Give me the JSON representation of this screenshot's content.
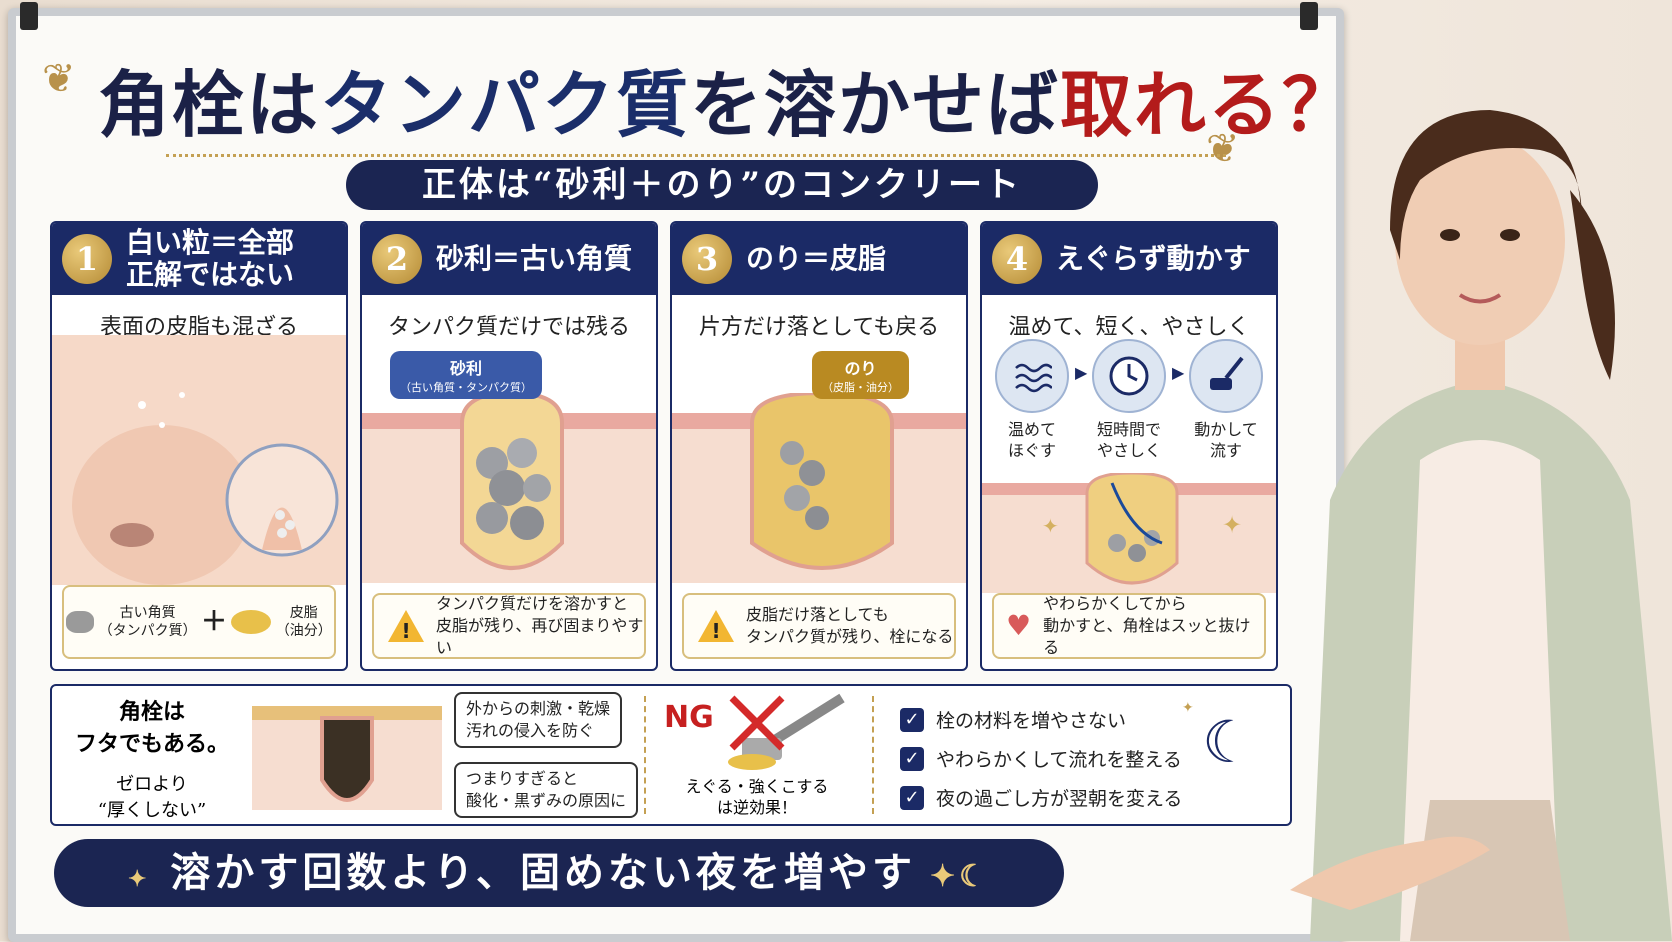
{
  "title": {
    "part1": "角栓は",
    "part2": "タンパク質",
    "part3": "を溶かせば",
    "part4": "取れる？"
  },
  "subtitle": "正体は“砂利＋のり”のコンクリート",
  "panels": [
    {
      "num": "1",
      "title_line1": "白い粒＝全部",
      "title_line2": "正解ではない",
      "sub": "表面の皮脂も混ざる",
      "legend_a_line1": "古い角質",
      "legend_a_line2": "（タンパク質）",
      "plus": "＋",
      "legend_b_line1": "皮脂",
      "legend_b_line2": "（油分）"
    },
    {
      "num": "2",
      "title": "砂利＝古い角質",
      "sub": "タンパク質だけでは残る",
      "pill_label": "砂利",
      "pill_small": "（古い角質・タンパク質）",
      "note_line1": "タンパク質だけを溶かすと",
      "note_line2": "皮脂が残り、再び固まりやすい"
    },
    {
      "num": "3",
      "title": "のり＝皮脂",
      "sub": "片方だけ落としても戻る",
      "pill_label": "のり",
      "pill_small": "（皮脂・油分）",
      "note_line1": "皮脂だけ落としても",
      "note_line2": "タンパク質が残り、栓になる"
    },
    {
      "num": "4",
      "title": "えぐらず動かす",
      "sub": "温めて、短く、やさしく",
      "steps": [
        {
          "line1": "温めて",
          "line2": "ほぐす"
        },
        {
          "line1": "短時間で",
          "line2": "やさしく"
        },
        {
          "line1": "動かして",
          "line2": "流す"
        }
      ],
      "note_line1": "やわらかくしてから",
      "note_line2": "動かすと、角栓はスッと抜ける"
    }
  ],
  "bottom": {
    "lid_line1": "角栓は",
    "lid_line2": "フタでもある。",
    "lid_line3": "ゼロより",
    "lid_line4": "“厚くしない”",
    "bubble1_line1": "外からの刺激・乾燥",
    "bubble1_line2": "汚れの侵入を防ぐ",
    "bubble2_line1": "つまりすぎると",
    "bubble2_line2": "酸化・黒ずみの原因に",
    "ng_label": "NG",
    "ng_line1": "えぐる・強くこする",
    "ng_line2": "は逆効果！",
    "checks": [
      "栓の材料を増やさない",
      "やわらかくして流れを整える",
      "夜の過ごし方が翌朝を変える"
    ]
  },
  "banner": "溶かす回数より、固めない夜を増やす",
  "colors": {
    "navy": "#1b2a66",
    "gold": "#c4a053",
    "red": "#b31b1b"
  }
}
